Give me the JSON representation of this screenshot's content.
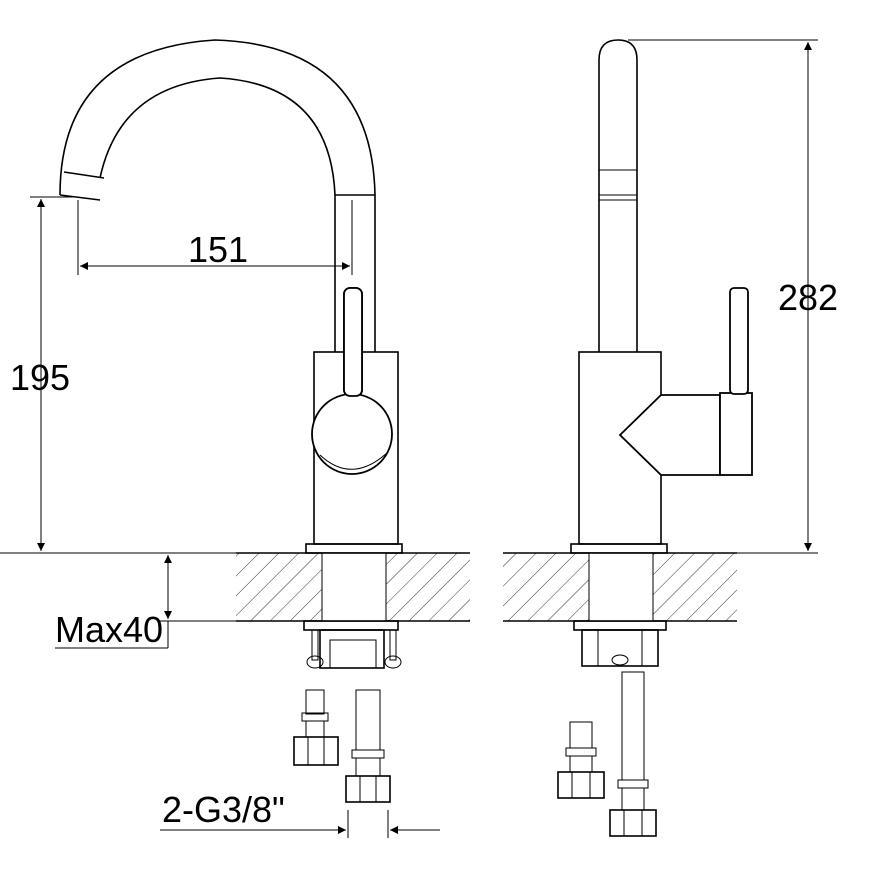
{
  "dimensions": {
    "spout_reach": "151",
    "spout_height": "195",
    "total_height": "282",
    "max_counter_thickness": "Max40",
    "hose_connection": "2-G3/8\""
  }
}
